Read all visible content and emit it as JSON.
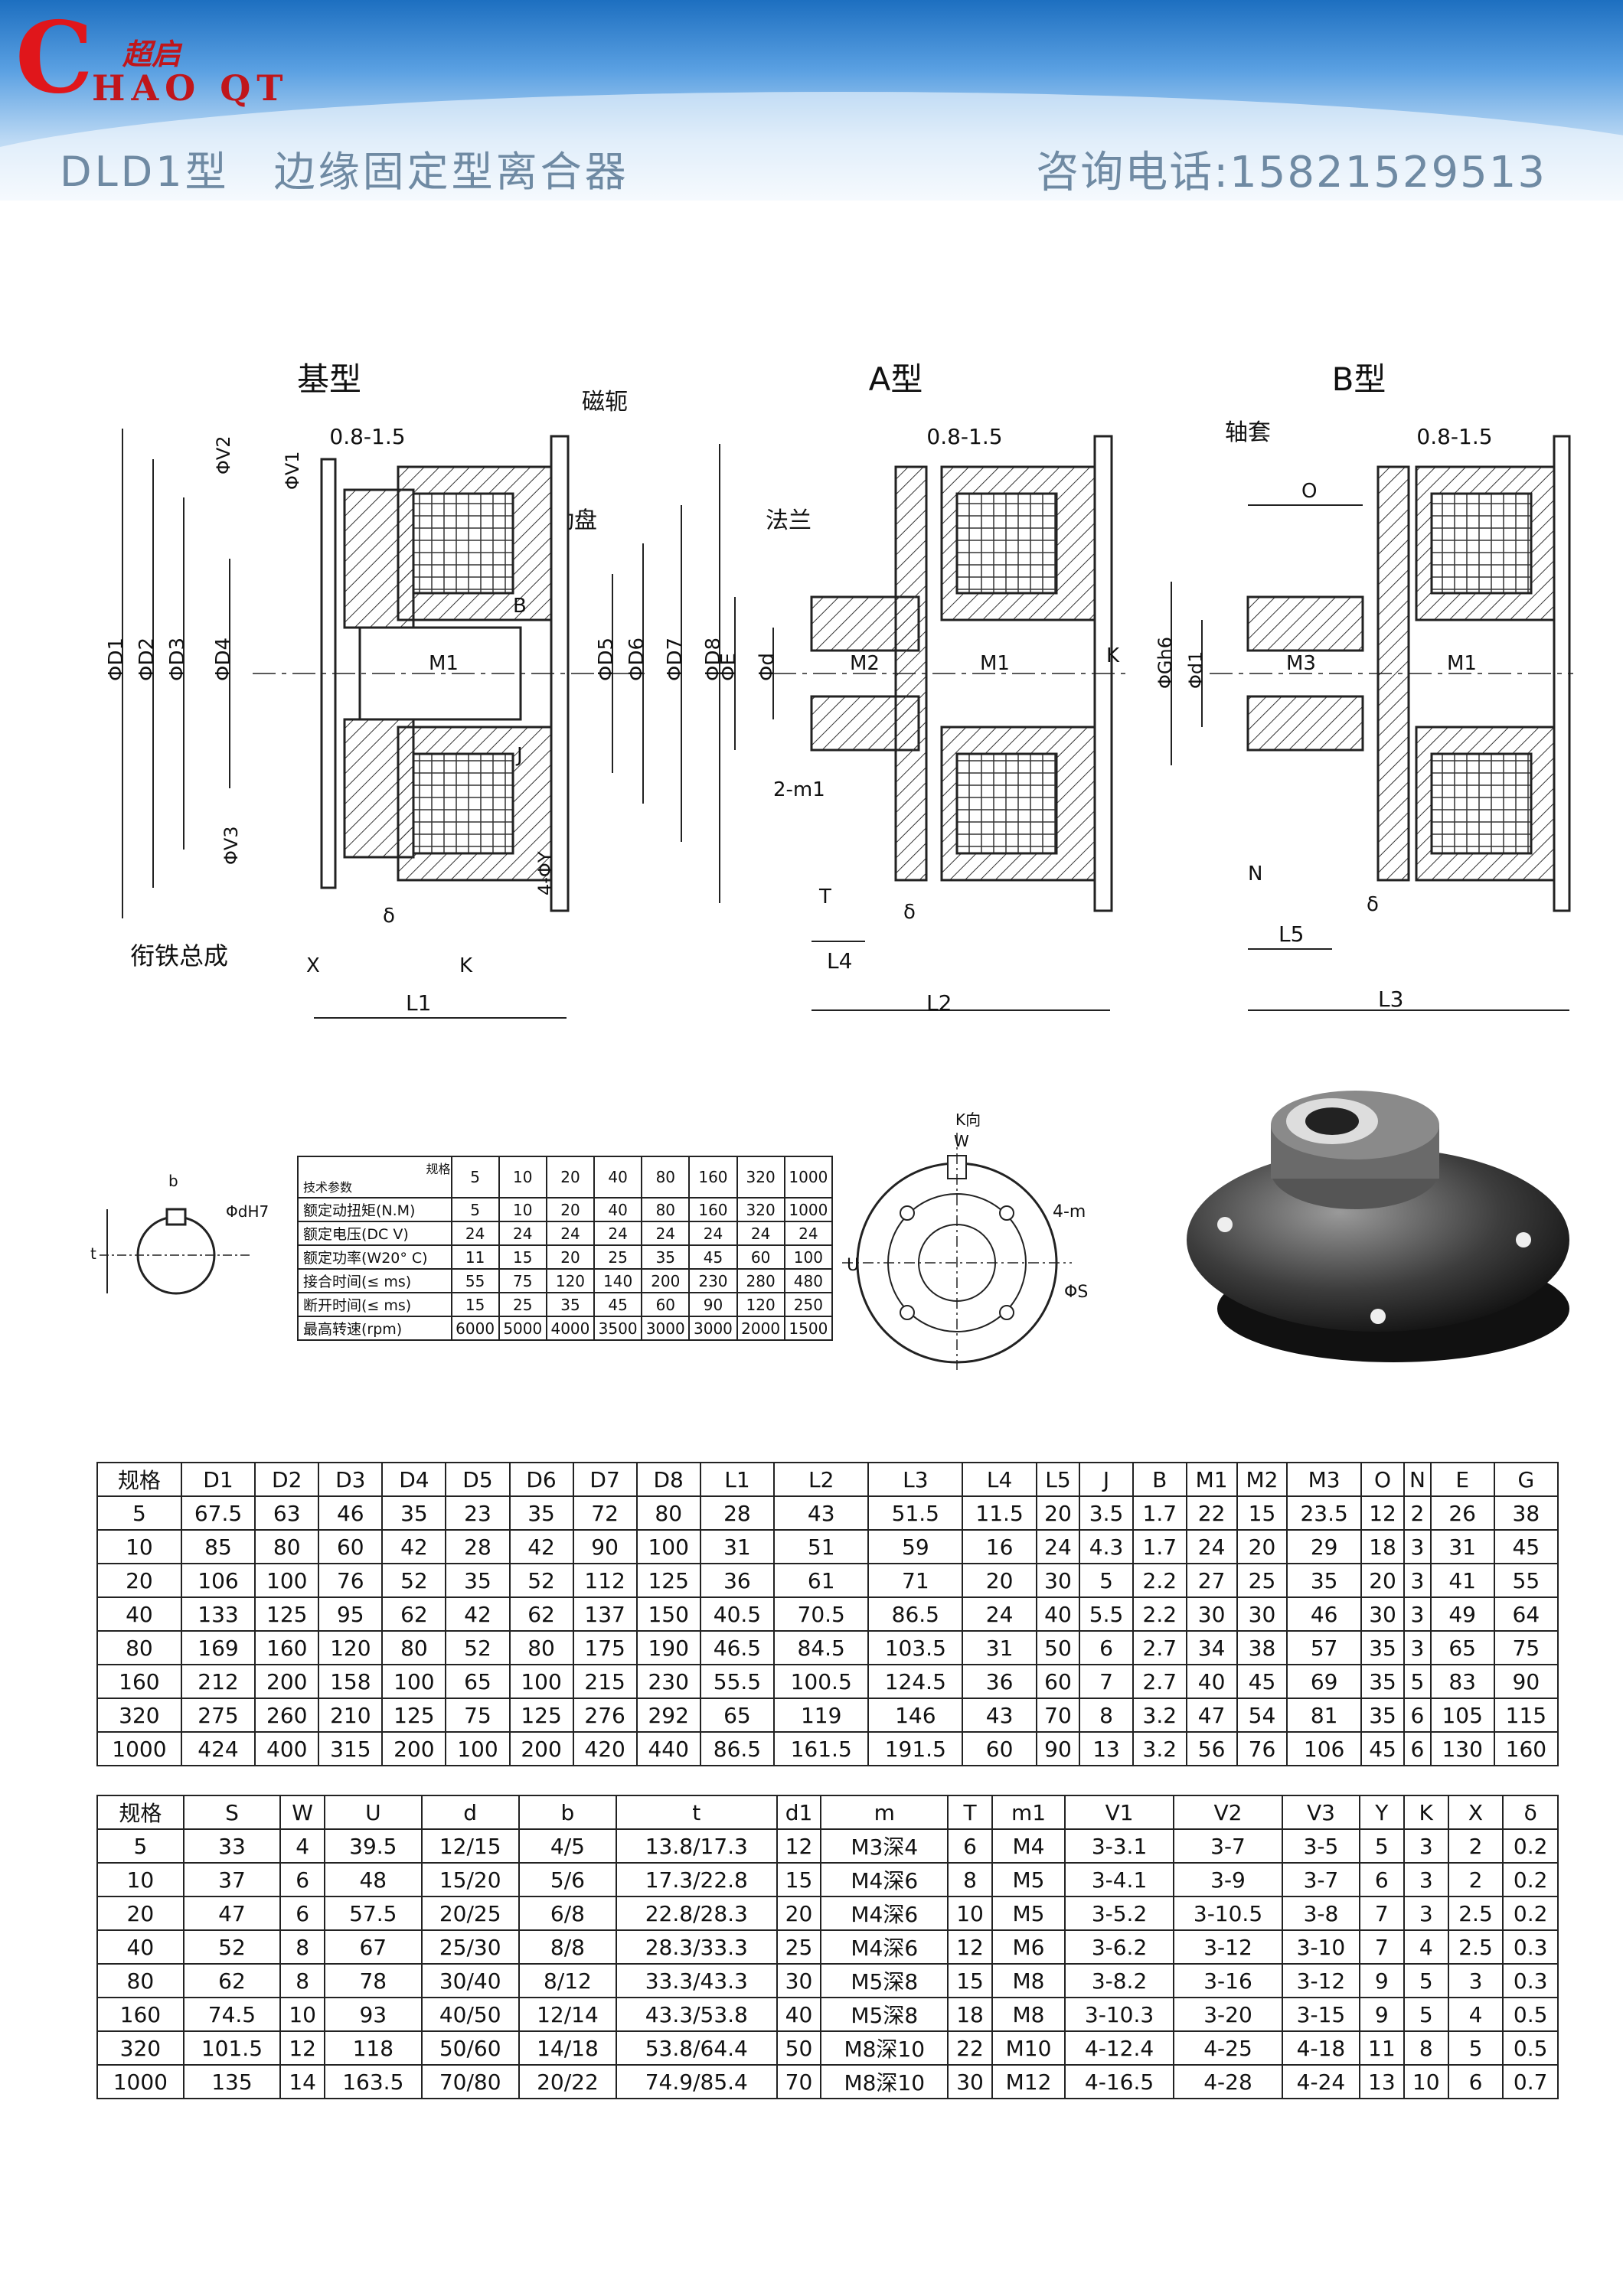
{
  "header": {
    "logo_letter": "C",
    "logo_cn": "超启",
    "logo_en": "HAO QT",
    "model_title": "DLD1型　边缘固定型离合器",
    "phone": "咨询电话:15821529513",
    "colors": {
      "band": "#5aa0e2",
      "logo": "#e0161b",
      "title": "#6f8aa3"
    }
  },
  "drawings": {
    "base": {
      "title": "基型",
      "gap": "0.8-1.5",
      "yoke": "磁轭",
      "disc": "动盘",
      "armature": "衔铁总成",
      "labels": [
        "ΦV2",
        "ΦV1",
        "ΦD1",
        "ΦD2",
        "ΦD3",
        "ΦD4",
        "M1",
        "ΦD5",
        "ΦD6",
        "ΦD7",
        "ΦD8",
        "B",
        "J",
        "ΦV3",
        "4-ΦY",
        "δ",
        "X",
        "K",
        "L1"
      ]
    },
    "a": {
      "title": "A型",
      "gap": "0.8-1.5",
      "flange": "法兰",
      "labels": [
        "ΦE",
        "Φd",
        "M2",
        "M1",
        "K",
        "2-m1",
        "T",
        "δ",
        "L4",
        "L2"
      ]
    },
    "b": {
      "title": "B型",
      "gap": "0.8-1.5",
      "sleeve": "轴套",
      "labels": [
        "O",
        "ΦGh6",
        "Φd1",
        "M3",
        "M1",
        "N",
        "δ",
        "L5",
        "L3"
      ]
    },
    "key": {
      "labels": [
        "b",
        "t",
        "ΦdH7"
      ]
    },
    "face": {
      "labels": [
        "K向",
        "W",
        "4-m",
        "U",
        "ΦS"
      ]
    }
  },
  "spec_table": {
    "header_top": "规格",
    "header_bottom": "技术参数",
    "sizes": [
      "5",
      "10",
      "20",
      "40",
      "80",
      "160",
      "320",
      "1000"
    ],
    "rows": [
      {
        "name": "额定动扭矩(N.M)",
        "values": [
          "5",
          "10",
          "20",
          "40",
          "80",
          "160",
          "320",
          "1000"
        ]
      },
      {
        "name": "额定电压(DC V)",
        "values": [
          "24",
          "24",
          "24",
          "24",
          "24",
          "24",
          "24",
          "24"
        ]
      },
      {
        "name": "额定功率(W20° C)",
        "values": [
          "11",
          "15",
          "20",
          "25",
          "35",
          "45",
          "60",
          "100"
        ]
      },
      {
        "name": "接合时间(≤ ms)",
        "values": [
          "55",
          "75",
          "120",
          "140",
          "200",
          "230",
          "280",
          "480"
        ]
      },
      {
        "name": "断开时间(≤ ms)",
        "values": [
          "15",
          "25",
          "35",
          "45",
          "60",
          "90",
          "120",
          "250"
        ]
      },
      {
        "name": "最高转速(rpm)",
        "values": [
          "6000",
          "5000",
          "4000",
          "3500",
          "3000",
          "3000",
          "2000",
          "1500"
        ]
      }
    ]
  },
  "dim_table_1": {
    "headers": [
      "规格",
      "D1",
      "D2",
      "D3",
      "D4",
      "D5",
      "D6",
      "D7",
      "D8",
      "L1",
      "L2",
      "L3",
      "L4",
      "L5",
      "J",
      "B",
      "M1",
      "M2",
      "M3",
      "O",
      "N",
      "E",
      "G"
    ],
    "rows": [
      [
        "5",
        "67.5",
        "63",
        "46",
        "35",
        "23",
        "35",
        "72",
        "80",
        "28",
        "43",
        "51.5",
        "11.5",
        "20",
        "3.5",
        "1.7",
        "22",
        "15",
        "23.5",
        "12",
        "2",
        "26",
        "38"
      ],
      [
        "10",
        "85",
        "80",
        "60",
        "42",
        "28",
        "42",
        "90",
        "100",
        "31",
        "51",
        "59",
        "16",
        "24",
        "4.3",
        "1.7",
        "24",
        "20",
        "29",
        "18",
        "3",
        "31",
        "45"
      ],
      [
        "20",
        "106",
        "100",
        "76",
        "52",
        "35",
        "52",
        "112",
        "125",
        "36",
        "61",
        "71",
        "20",
        "30",
        "5",
        "2.2",
        "27",
        "25",
        "35",
        "20",
        "3",
        "41",
        "55"
      ],
      [
        "40",
        "133",
        "125",
        "95",
        "62",
        "42",
        "62",
        "137",
        "150",
        "40.5",
        "70.5",
        "86.5",
        "24",
        "40",
        "5.5",
        "2.2",
        "30",
        "30",
        "46",
        "30",
        "3",
        "49",
        "64"
      ],
      [
        "80",
        "169",
        "160",
        "120",
        "80",
        "52",
        "80",
        "175",
        "190",
        "46.5",
        "84.5",
        "103.5",
        "31",
        "50",
        "6",
        "2.7",
        "34",
        "38",
        "57",
        "35",
        "3",
        "65",
        "75"
      ],
      [
        "160",
        "212",
        "200",
        "158",
        "100",
        "65",
        "100",
        "215",
        "230",
        "55.5",
        "100.5",
        "124.5",
        "36",
        "60",
        "7",
        "2.7",
        "40",
        "45",
        "69",
        "35",
        "5",
        "83",
        "90"
      ],
      [
        "320",
        "275",
        "260",
        "210",
        "125",
        "75",
        "125",
        "276",
        "292",
        "65",
        "119",
        "146",
        "43",
        "70",
        "8",
        "3.2",
        "47",
        "54",
        "81",
        "35",
        "6",
        "105",
        "115"
      ],
      [
        "1000",
        "424",
        "400",
        "315",
        "200",
        "100",
        "200",
        "420",
        "440",
        "86.5",
        "161.5",
        "191.5",
        "60",
        "90",
        "13",
        "3.2",
        "56",
        "76",
        "106",
        "45",
        "6",
        "130",
        "160"
      ]
    ]
  },
  "dim_table_2": {
    "headers": [
      "规格",
      "S",
      "W",
      "U",
      "d",
      "b",
      "t",
      "d1",
      "m",
      "T",
      "m1",
      "V1",
      "V2",
      "V3",
      "Y",
      "K",
      "X",
      "δ"
    ],
    "rows": [
      [
        "5",
        "33",
        "4",
        "39.5",
        "12/15",
        "4/5",
        "13.8/17.3",
        "12",
        "M3深4",
        "6",
        "M4",
        "3-3.1",
        "3-7",
        "3-5",
        "5",
        "3",
        "2",
        "0.2"
      ],
      [
        "10",
        "37",
        "6",
        "48",
        "15/20",
        "5/6",
        "17.3/22.8",
        "15",
        "M4深6",
        "8",
        "M5",
        "3-4.1",
        "3-9",
        "3-7",
        "6",
        "3",
        "2",
        "0.2"
      ],
      [
        "20",
        "47",
        "6",
        "57.5",
        "20/25",
        "6/8",
        "22.8/28.3",
        "20",
        "M4深6",
        "10",
        "M5",
        "3-5.2",
        "3-10.5",
        "3-8",
        "7",
        "3",
        "2.5",
        "0.2"
      ],
      [
        "40",
        "52",
        "8",
        "67",
        "25/30",
        "8/8",
        "28.3/33.3",
        "25",
        "M4深6",
        "12",
        "M6",
        "3-6.2",
        "3-12",
        "3-10",
        "7",
        "4",
        "2.5",
        "0.3"
      ],
      [
        "80",
        "62",
        "8",
        "78",
        "30/40",
        "8/12",
        "33.3/43.3",
        "30",
        "M5深8",
        "15",
        "M8",
        "3-8.2",
        "3-16",
        "3-12",
        "9",
        "5",
        "3",
        "0.3"
      ],
      [
        "160",
        "74.5",
        "10",
        "93",
        "40/50",
        "12/14",
        "43.3/53.8",
        "40",
        "M5深8",
        "18",
        "M8",
        "3-10.3",
        "3-20",
        "3-15",
        "9",
        "5",
        "4",
        "0.5"
      ],
      [
        "320",
        "101.5",
        "12",
        "118",
        "50/60",
        "14/18",
        "53.8/64.4",
        "50",
        "M8深10",
        "22",
        "M10",
        "4-12.4",
        "4-25",
        "4-18",
        "11",
        "8",
        "5",
        "0.5"
      ],
      [
        "1000",
        "135",
        "14",
        "163.5",
        "70/80",
        "20/22",
        "74.9/85.4",
        "70",
        "M8深10",
        "30",
        "M12",
        "4-16.5",
        "4-28",
        "4-24",
        "13",
        "10",
        "6",
        "0.7"
      ]
    ]
  }
}
